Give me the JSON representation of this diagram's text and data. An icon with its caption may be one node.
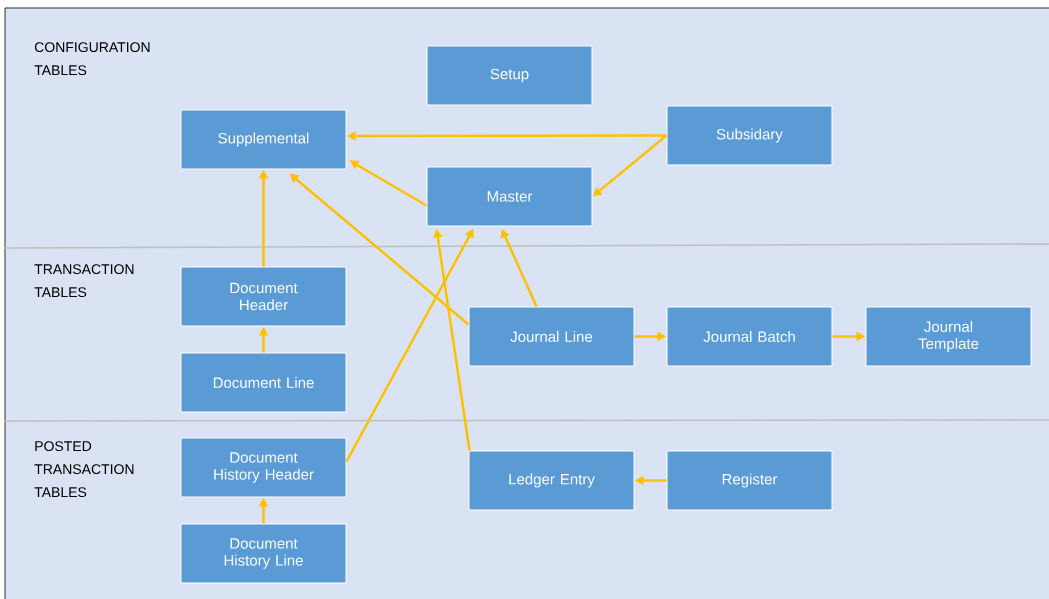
{
  "diagram": {
    "nodes": [
      {
        "text": [
          "Setup"
        ]
      },
      {
        "text": [
          "Supplemental"
        ]
      },
      {
        "text": [
          "Subsidary"
        ]
      },
      {
        "text": [
          "Master"
        ]
      },
      {
        "text": [
          "Document Header"
        ]
      },
      {
        "text": [
          "Document Line"
        ]
      },
      {
        "text": [
          "Journal Line"
        ]
      },
      {
        "text": [
          "Journal Batch"
        ]
      },
      {
        "text": [
          "Journal Template"
        ]
      },
      {
        "text": [
          "Document History Header"
        ]
      },
      {
        "text": [
          "Document History Line"
        ]
      },
      {
        "text": [
          "Ledger Entry"
        ]
      },
      {
        "text": [
          "Register"
        ]
      }
    ],
    "edges": [
      {
        "from": 2,
        "to": 1,
        "arrow": "to"
      },
      {
        "from": 2,
        "to": 3,
        "arrow": "to"
      },
      {
        "from": 3,
        "to": 1,
        "arrow": "to"
      },
      {
        "from": 4,
        "to": 1,
        "arrow": "to"
      },
      {
        "from": 5,
        "to": 4,
        "arrow": "to"
      },
      {
        "from": 6,
        "to": 1,
        "arrow": "to"
      },
      {
        "from": 6,
        "to": 3,
        "arrow": "to"
      },
      {
        "from": 6,
        "to": 7,
        "arrow": "to"
      },
      {
        "from": 7,
        "to": 8,
        "arrow": "to"
      },
      {
        "from": 9,
        "to": 3,
        "arrow": "to"
      },
      {
        "from": 10,
        "to": 9,
        "arrow": "to"
      },
      {
        "from": 11,
        "to": 3,
        "arrow": "to"
      },
      {
        "from": 12,
        "to": 11,
        "arrow": "to"
      }
    ],
    "labels": [
      "CONFIGURATION TABLES",
      "TRANSACTION TABLES",
      "POSTED TRANSACTION TABLES"
    ]
  }
}
